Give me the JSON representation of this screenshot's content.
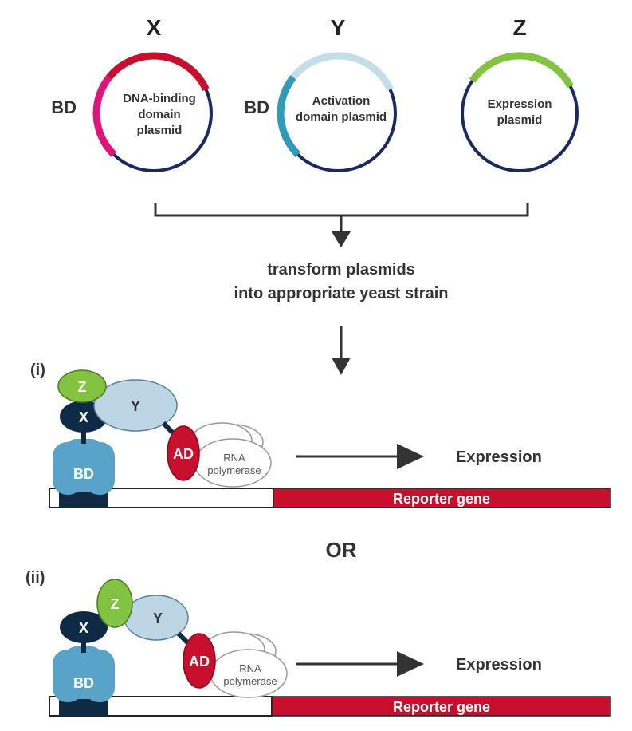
{
  "plasmids": [
    {
      "gene": "X",
      "label_lines": [
        "DNA-binding",
        "domain",
        "plasmid"
      ],
      "side_label": "BD",
      "insert_color": "#c8102e",
      "domain_color": "#e0157a"
    },
    {
      "gene": "Y",
      "label_lines": [
        "Activation",
        "domain plasmid"
      ],
      "side_label": "BD",
      "insert_color": "#c5dde9",
      "domain_color": "#2e9bbd"
    },
    {
      "gene": "Z",
      "label_lines": [
        "Expression",
        "plasmid"
      ],
      "side_label": "",
      "insert_color": "#82c341",
      "domain_color": ""
    }
  ],
  "step_text": [
    "transform plasmids",
    "into appropriate yeast strain"
  ],
  "or_text": "OR",
  "scenarios": [
    {
      "tag": "(i)",
      "bd": "BD",
      "x": "X",
      "y": "Y",
      "z": "Z",
      "ad": "AD",
      "rna_lines": [
        "RNA",
        "polymerase"
      ],
      "expression": "Expression",
      "reporter": "Reporter gene"
    },
    {
      "tag": "(ii)",
      "bd": "BD",
      "x": "X",
      "y": "Y",
      "z": "Z",
      "ad": "AD",
      "rna_lines": [
        "RNA",
        "polymerase"
      ],
      "expression": "Expression",
      "reporter": "Reporter gene"
    }
  ],
  "colors": {
    "backbone": "#1b2a5e",
    "bd_protein": "#5aa3c8",
    "x_protein": "#0f2a45",
    "y_protein": "#bcd6e6",
    "z_protein": "#82c341",
    "ad_protein": "#c8102e",
    "reporter": "#c8102e",
    "arrow": "#333333"
  }
}
